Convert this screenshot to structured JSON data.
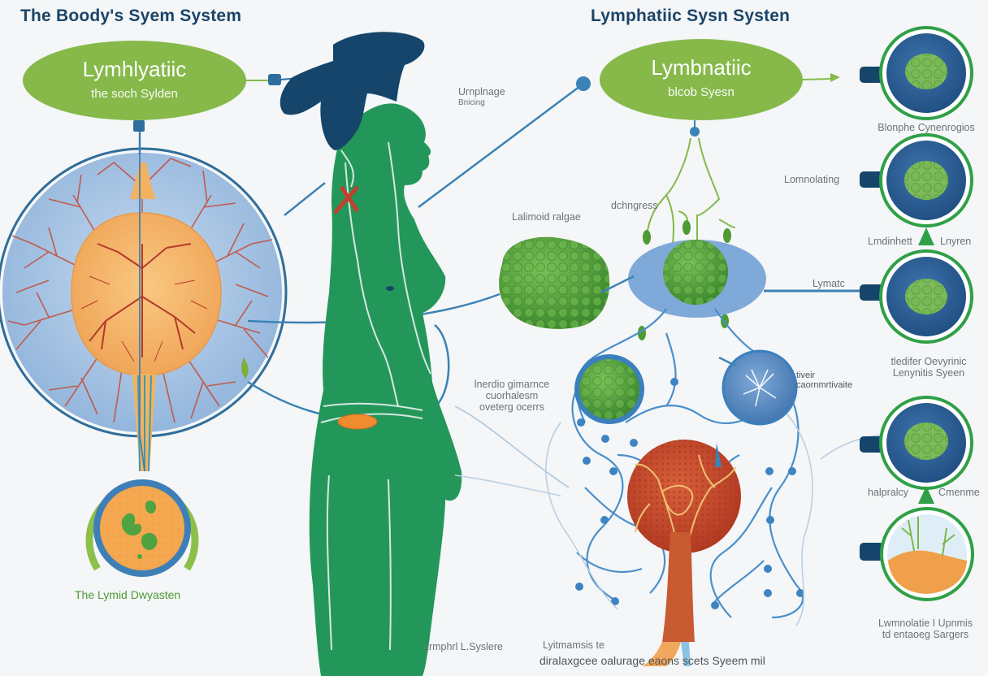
{
  "titles": {
    "left": "The Boody's Syem System",
    "right": "Lymphatiic Sysn Systen"
  },
  "pills": [
    {
      "main": "Lymhlyatiic",
      "sub": "the soch Sylden"
    },
    {
      "main": "Lymbnatiic",
      "sub": "blcob Syesn"
    }
  ],
  "labels": {
    "head_note": [
      "Urnplnage",
      "Bnicing"
    ],
    "lymphoid": "Lalimoid ralgae",
    "drainage": "dchngress",
    "lomnolating": "Lomnolating",
    "lymnatc": "Lymatc",
    "center_note": [
      "lnerdio gimarnce",
      "cuorhalesm",
      "oveterg ocerrs"
    ],
    "fiver_note": [
      "tiveir",
      "caornmrtivaite"
    ],
    "left_bottom": "The Lymid Dwyasten",
    "bottom_a": "Lrmphrl L.Syslere",
    "bottom_b": [
      "Lyitmamsis te",
      "diralaxgcee oalurage eaons scets Syeem mil"
    ]
  },
  "right_column": {
    "items": [
      {
        "caption": [
          "Blonphe Cynenrogios"
        ],
        "icon": "green-cell-icon"
      },
      {
        "caption": [
          "Lmdinhett",
          "Lnyren"
        ],
        "icon": "green-cell-icon"
      },
      {
        "caption": [
          "tledifer Oevyrinic",
          "Lenynitis Syeen"
        ],
        "icon": "green-cell-icon"
      },
      {
        "caption": [
          "halpralcy",
          "Cmenme"
        ],
        "icon": "green-cell-icon"
      },
      {
        "caption": [
          "Lwmnolatie I Upnmis",
          "td entaoeg Sargers"
        ],
        "icon": "tissue-sprout-icon"
      }
    ]
  },
  "colors": {
    "body": "#23975a",
    "hair": "#15456a",
    "pill": "#86b94a",
    "line": "#3b82b6",
    "node_orange": "#f6b565",
    "vessel_red": "#c2402e",
    "ring_green": "#2fa046",
    "disc_blue": "#2e6298"
  }
}
